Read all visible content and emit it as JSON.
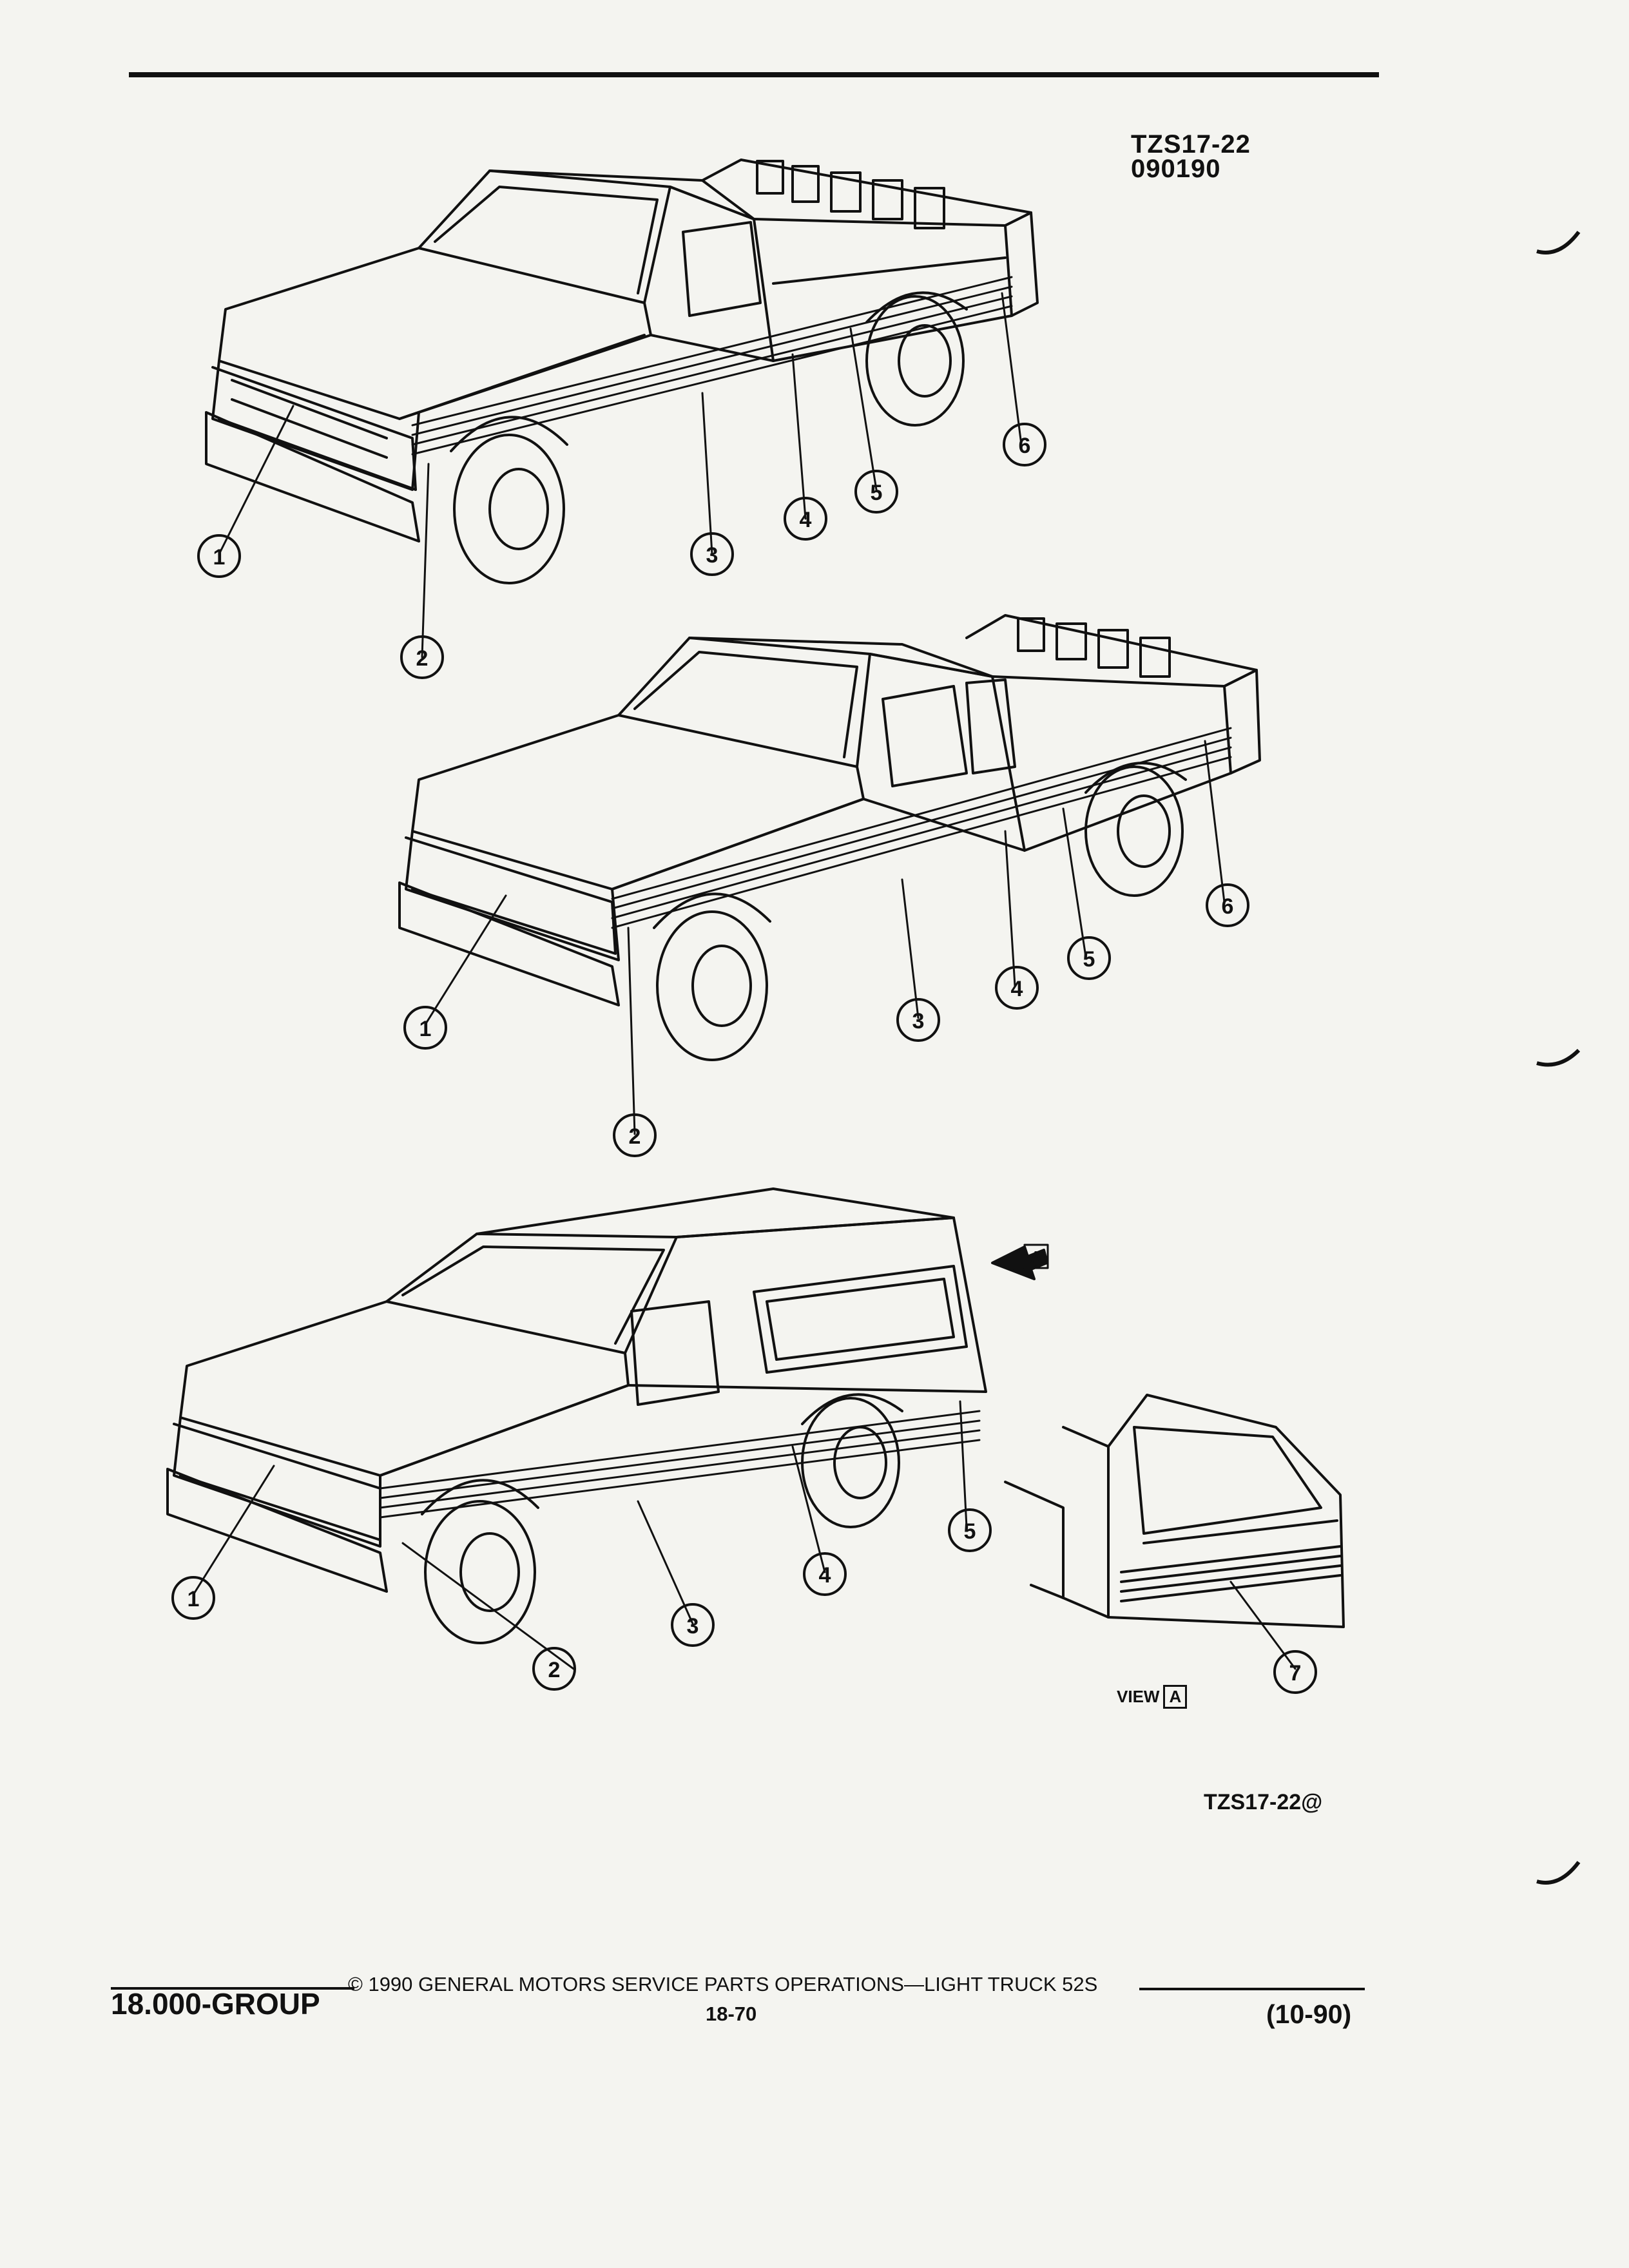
{
  "header": {
    "code_line1": "TZS17-22",
    "code_line2": "090190"
  },
  "figure": {
    "code": "TZS17-22@",
    "view_label": "VIEW",
    "view_ref": "A",
    "arrow_ref": "A",
    "callouts": {
      "upper": [
        "1",
        "2",
        "3",
        "4",
        "5",
        "6"
      ],
      "middle": [
        "1",
        "2",
        "3",
        "4",
        "5",
        "6"
      ],
      "lower": [
        "1",
        "2",
        "3",
        "4",
        "5",
        "7"
      ]
    }
  },
  "footer": {
    "group": "18.000-GROUP",
    "copyright": "© 1990 GENERAL MOTORS SERVICE PARTS OPERATIONS—LIGHT TRUCK 52S",
    "page": "18-70",
    "date": "(10-90)"
  }
}
